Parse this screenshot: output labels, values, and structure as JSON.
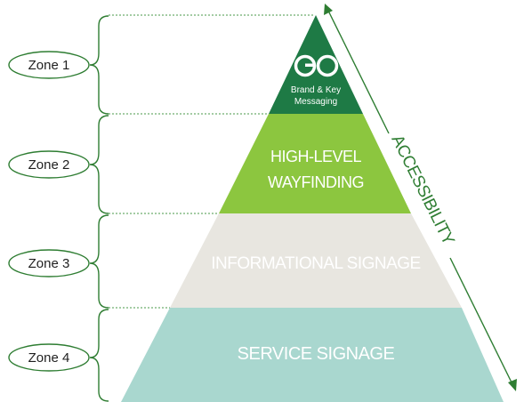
{
  "zones": [
    {
      "label": "Zone 1"
    },
    {
      "label": "Zone 2"
    },
    {
      "label": "Zone 3"
    },
    {
      "label": "Zone 4"
    }
  ],
  "pyramid": {
    "tiers": [
      {
        "lines": [
          "Brand & Key",
          "Messaging"
        ],
        "logo": "GO",
        "logo_icon": "go-logo",
        "color": "#1e7a45",
        "text_color": "#ffffff"
      },
      {
        "lines": [
          "HIGH-LEVEL",
          "WAYFINDING"
        ],
        "color": "#8cc63f",
        "text_color": "#ffffff"
      },
      {
        "lines": [
          "INFORMATIONAL SIGNAGE"
        ],
        "color": "#e8e6e0",
        "text_color": "#ffffff"
      },
      {
        "lines": [
          "SERVICE SIGNAGE"
        ],
        "color": "#a9d7cf",
        "text_color": "#ffffff"
      }
    ]
  },
  "axis": {
    "label": "ACCESSIBILITY",
    "color": "#2e7d32"
  },
  "colors": {
    "bracket": "#2e7d32",
    "dotted_guide": "#4a9a4a"
  }
}
